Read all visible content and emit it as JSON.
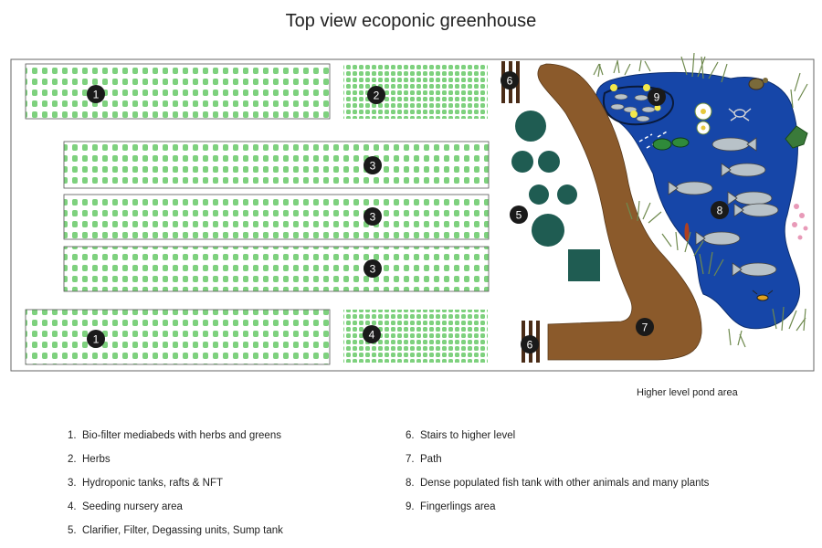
{
  "title": "Top view ecoponic greenhouse",
  "caption": "Higher level pond area",
  "colors": {
    "plant": "#7ed17e",
    "path": "#8b5a2b",
    "unit": "#1f5c52",
    "pond": "#1646a8",
    "fish": "#b8c2c8",
    "marker": "#1a1a1a",
    "stairs": "#4a2c17",
    "reed": "#6f8a4e"
  },
  "areas": {
    "bed_top_number": "1",
    "herbs_number": "2",
    "hydro_numbers": [
      "3",
      "3",
      "3"
    ],
    "bed_bottom_number": "1",
    "nursery_number": "4",
    "units_number": "5",
    "stairs_numbers": [
      "6",
      "6"
    ],
    "path_number": "7",
    "tank_number": "8",
    "fingerlings_number": "9"
  },
  "legend": {
    "left": [
      {
        "n": "1.",
        "text": "Bio-filter mediabeds with herbs and greens"
      },
      {
        "n": "2.",
        "text": "Herbs"
      },
      {
        "n": "3.",
        "text": "Hydroponic tanks, rafts & NFT"
      },
      {
        "n": "4.",
        "text": "Seeding nursery area"
      },
      {
        "n": "5.",
        "text": "Clarifier, Filter, Degassing units, Sump tank"
      }
    ],
    "right": [
      {
        "n": "6.",
        "text": "Stairs to higher level"
      },
      {
        "n": "7.",
        "text": "Path"
      },
      {
        "n": "8.",
        "text": "Dense populated fish tank with other animals and many plants"
      },
      {
        "n": "9.",
        "text": "Fingerlings area"
      }
    ]
  }
}
